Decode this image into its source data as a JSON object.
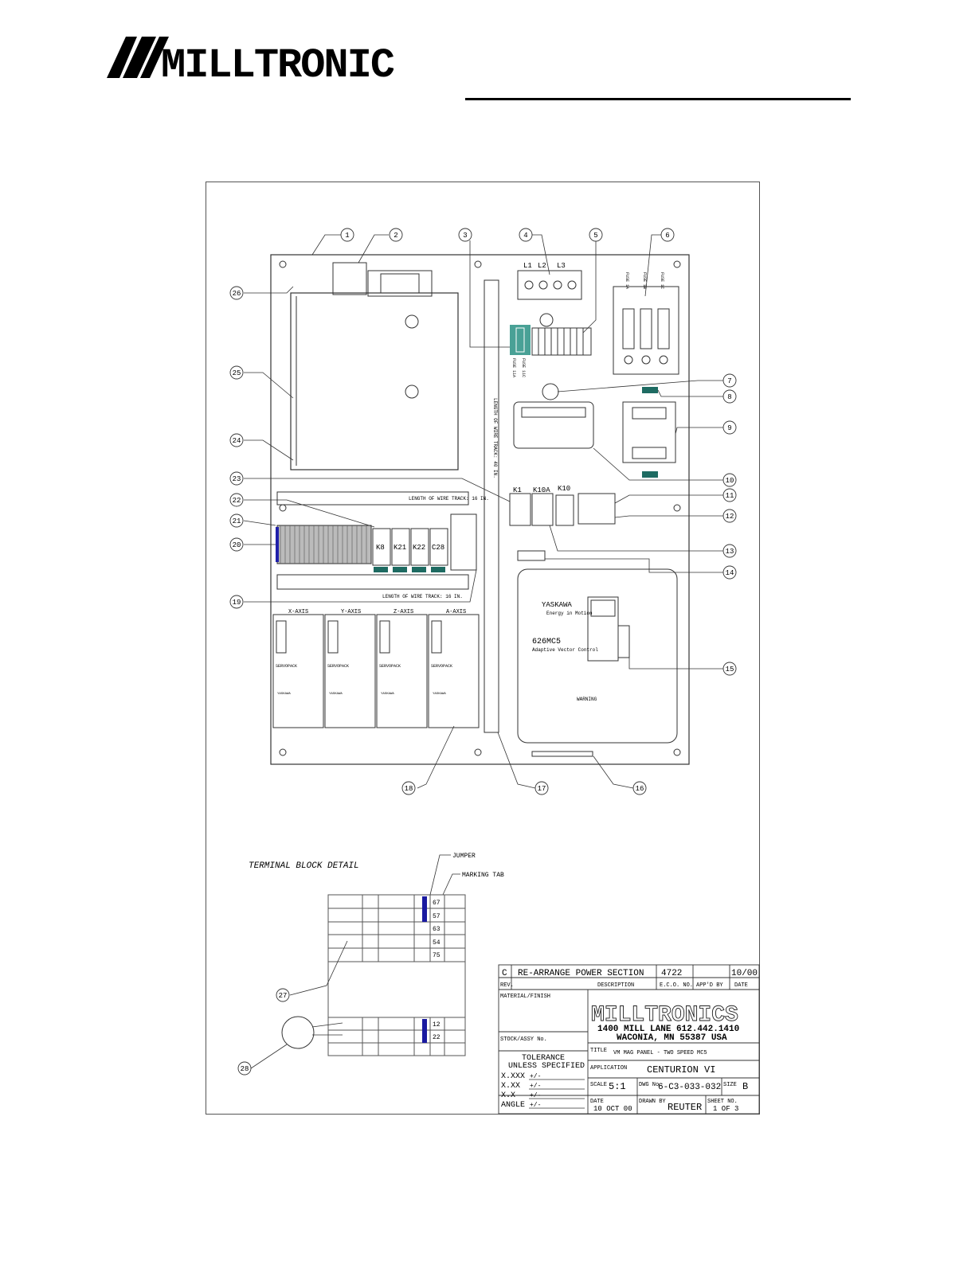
{
  "header": {
    "logo_text": "MILLTRONICS"
  },
  "callouts": [
    "1",
    "2",
    "3",
    "4",
    "5",
    "6",
    "7",
    "8",
    "9",
    "10",
    "11",
    "12",
    "13",
    "14",
    "15",
    "16",
    "17",
    "18",
    "19",
    "20",
    "21",
    "22",
    "23",
    "24",
    "25",
    "26",
    "27",
    "28"
  ],
  "panel": {
    "phase_labels": [
      "L1",
      "L2",
      "L3"
    ],
    "fuse_labels": [
      "FUSE 1A",
      "FUSE 1B",
      "FUSE 1C"
    ],
    "fuse_block_labels": [
      "FUSE 11A",
      "FUSE 11C"
    ],
    "relay_labels": [
      "K1",
      "K10A",
      "K10"
    ],
    "contactor_labels": [
      "K8",
      "K21",
      "K22",
      "C28"
    ],
    "wire_track_vertical": "LENGTH OF WIRE TRACK: 40 IN.",
    "wire_track_top": "LENGTH OF WIRE TRACK: 16 IN.",
    "wire_track_bottom": "LENGTH OF WIRE TRACK: 16 IN.",
    "axis_labels": [
      "X-AXIS",
      "Y-AXIS",
      "Z-AXIS",
      "A-AXIS"
    ],
    "servo_brand": "SERVOPACK",
    "drive_maker": "YASKAWA",
    "drive_brand": "YASKAWA",
    "drive_tagline": "Energy in Motion",
    "drive_model": "626MC5",
    "drive_subtitle": "Adaptive Vector Control",
    "drive_warning": "WARNING"
  },
  "terminal_detail": {
    "title": "TERMINAL BLOCK DETAIL",
    "jumper_label": "JUMPER",
    "marking_tab_label": "MARKING TAB",
    "upper_numbers": [
      "67",
      "57",
      "63",
      "54",
      "75"
    ],
    "lower_numbers": [
      "12",
      "22"
    ]
  },
  "title_block": {
    "rev": "C",
    "description": "RE-ARRANGE POWER SECTION",
    "eco": "4722",
    "date_rev": "10/00",
    "hdr_rev": "REV.",
    "hdr_description": "DESCRIPTION",
    "hdr_eco": "E.C.O. NO.",
    "hdr_appd": "APP'D BY",
    "hdr_date": "DATE",
    "material_label": "MATERIAL/FINISH",
    "stock_label": "STOCK/ASSY No.",
    "company_logo": "MILLTRONICS",
    "address_line1": "1400 MILL LANE    612.442.1410",
    "address_line2": "WACONIA, MN  55387 USA",
    "title_label": "TITLE",
    "title_value": "VM MAG PANEL - TWO SPEED MC5",
    "application_label": "APPLICATION",
    "application_value": "CENTURION VI",
    "tolerance_line1": "TOLERANCE",
    "tolerance_line2": "UNLESS SPECIFIED",
    "tol_xxxx": "X.XXX",
    "tol_xxx": "X.XX",
    "tol_xx": "X.X",
    "tol_angle": "ANGLE",
    "tol_sym": "+/-",
    "scale_label": "SCALE",
    "scale_value": "5:1",
    "dwg_label": "DWG No.",
    "dwg_value": "6-C3-033-032",
    "size_label": "SIZE",
    "size_value": "B",
    "date_label": "DATE",
    "date_value": "10 OCT 00",
    "drawn_label": "DRAWN BY",
    "drawn_value": "REUTER",
    "sheet_label": "SHEET NO.",
    "sheet_value": "1 OF 3"
  }
}
